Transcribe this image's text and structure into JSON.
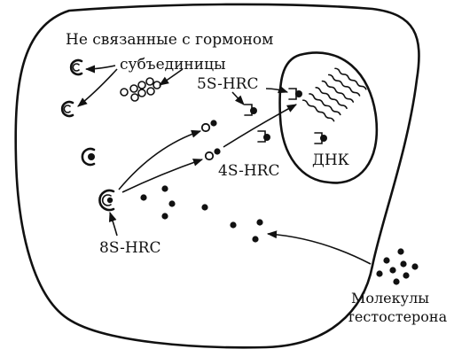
{
  "labels": {
    "unbound_line1": "Не связанные с гормоном",
    "unbound_line2": "субъединицы",
    "rc5s": "5S-HRC",
    "rc4s": "4S-HRC",
    "rc8s": "8S-HRC",
    "dna": "ДНК",
    "testosterone_line1": "Молекулы",
    "testosterone_line2": "тестостерона"
  }
}
